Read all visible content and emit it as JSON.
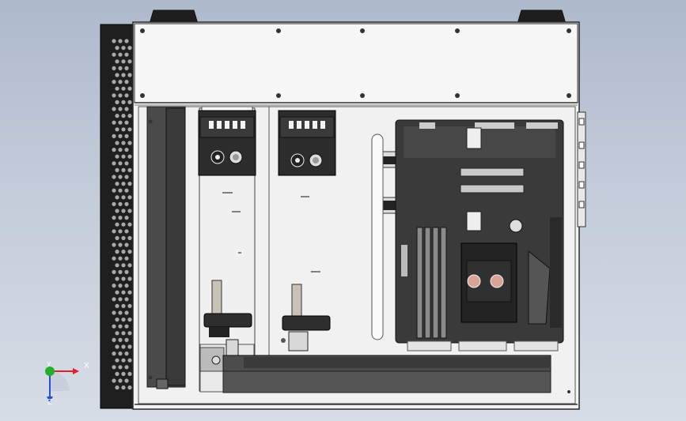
{
  "viewport": {
    "background_top": "#aeb9cc",
    "background_bottom": "#d7dde6"
  },
  "model": {
    "description_icon": "pc-case-cad-model",
    "panel_color": "#f4f4f4",
    "edge_color": "#2a2a2a"
  },
  "triad": {
    "x_label": "X",
    "y_label": "Y",
    "z_label": "Z",
    "x_color": "#e0202a",
    "y_color": "#22b02a",
    "z_color": "#2050d0"
  }
}
